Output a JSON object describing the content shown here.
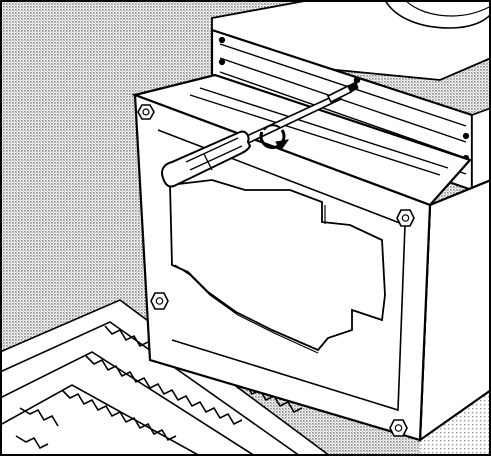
{
  "illustration": {
    "colors": {
      "ink": "#000000",
      "paper": "#ffffff",
      "screen": "#b9b9b9"
    },
    "parts": {
      "frame": "border-frame",
      "background": "halftone-background",
      "drive_case": "drive-case",
      "front_panel": "front-mounting-panel",
      "cutout": "stepped-cutout",
      "top_unit": "upper-drive-unit",
      "screwdriver": "screwdriver",
      "screw": "mounting-screw",
      "rotation_arrow": "rotation-arrow-icon",
      "tray": "slotted-tray"
    }
  }
}
